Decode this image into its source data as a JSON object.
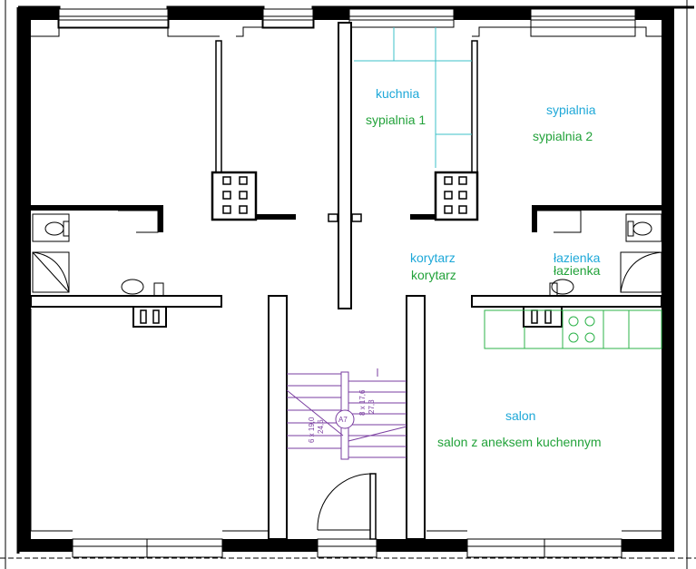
{
  "labels": {
    "kitchen_old": "kuchnia",
    "bedroom1_new": "sypialnia 1",
    "bedroom_old": "sypialnia",
    "bedroom2_new": "sypialnia 2",
    "corridor_old": "korytarz",
    "corridor_new": "korytarz",
    "bathroom_old": "łazienka",
    "bathroom_new": "łazienka",
    "living_old": "salon",
    "living_new": "salon z aneksem kuchennym"
  },
  "stairs": {
    "marker": "A7",
    "left_flight": "6 x 19,0",
    "left_flight_sub": "24,6",
    "right_flight": "8 x 17,6",
    "right_flight_sub": "27,3"
  },
  "colors": {
    "old_label": "#1ea8d8",
    "new_label": "#22a23a",
    "kitchen_cabinet": "#2db34a",
    "kitchen_tiles": "#3cc0c8",
    "stairs": "#7a3ea0",
    "walls": "#000000"
  }
}
